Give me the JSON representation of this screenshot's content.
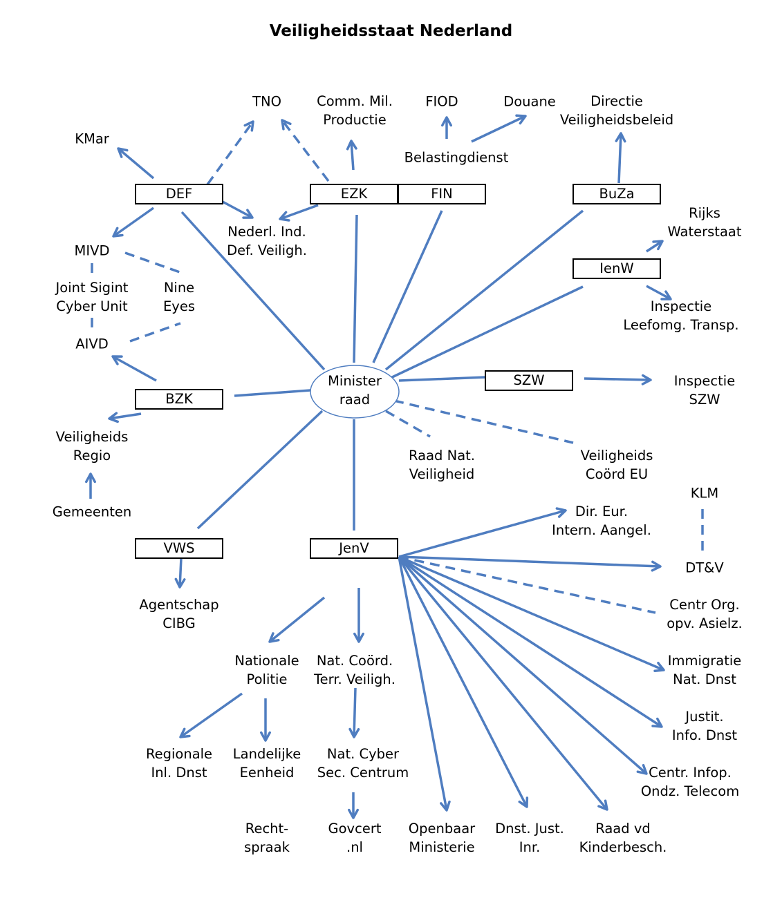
{
  "title": "Veiligheidsstaat Nederland",
  "colors": {
    "line": "#4f7dc0",
    "text": "#000000",
    "box_border": "#000000"
  },
  "center": {
    "line1": "Minister",
    "line2": "raad"
  },
  "boxes": {
    "def": "DEF",
    "ezk": "EZK",
    "fin": "FIN",
    "buza": "BuZa",
    "ienw": "IenW",
    "bzk": "BZK",
    "szw": "SZW",
    "vws": "VWS",
    "jenv": "JenV"
  },
  "labels": {
    "tno": [
      "TNO"
    ],
    "comm_mil": [
      "Comm. Mil.",
      "Productie"
    ],
    "fiod": [
      "FIOD"
    ],
    "douane": [
      "Douane"
    ],
    "directie": [
      "Directie",
      "Veiligheidsbeleid"
    ],
    "kmar": [
      "KMar"
    ],
    "belasting": [
      "Belastingdienst"
    ],
    "nederl": [
      "Nederl. Ind.",
      "Def. Veiligh."
    ],
    "mivd": [
      "MIVD"
    ],
    "rijks": [
      "Rijks",
      "Waterstaat"
    ],
    "jscu": [
      "Joint Sigint",
      "Cyber Unit"
    ],
    "nine_eyes": [
      "Nine",
      "Eyes"
    ],
    "inspectie_lt": [
      "Inspectie",
      "Leefomg. Transp."
    ],
    "aivd": [
      "AIVD"
    ],
    "inspectie_szw": [
      "Inspectie",
      "SZW"
    ],
    "veiligheids_regio": [
      "Veiligheids",
      "Regio"
    ],
    "raad_nat": [
      "Raad Nat.",
      "Veiligheid"
    ],
    "veiligheids_eu": [
      "Veiligheids",
      "Coörd EU"
    ],
    "klm": [
      "KLM"
    ],
    "gemeenten": [
      "Gemeenten"
    ],
    "dir_eur": [
      "Dir. Eur.",
      "Intern. Aangel."
    ],
    "dtv": [
      "DT&V"
    ],
    "agentschap": [
      "Agentschap",
      "CIBG"
    ],
    "centr_org": [
      "Centr Org.",
      "opv. Asielz."
    ],
    "nat_politie": [
      "Nationale",
      "Politie"
    ],
    "nctv": [
      "Nat. Coörd.",
      "Terr. Veiligh."
    ],
    "immigratie": [
      "Immigratie",
      "Nat. Dnst"
    ],
    "justit": [
      "Justit.",
      "Info. Dnst"
    ],
    "regionale": [
      "Regionale",
      "Inl. Dnst"
    ],
    "landelijke": [
      "Landelijke",
      "Eenheid"
    ],
    "ncsc": [
      "Nat. Cyber",
      "Sec. Centrum"
    ],
    "centr_infop": [
      "Centr. Infop.",
      "Ondz. Telecom"
    ],
    "rechtspraak": [
      "Recht-",
      "spraak"
    ],
    "govcert": [
      "Govcert",
      ".nl"
    ],
    "om": [
      "Openbaar",
      "Ministerie"
    ],
    "dji": [
      "Dnst. Just.",
      "Inr."
    ],
    "raad_kinder": [
      "Raad vd",
      "Kinderbesch."
    ]
  }
}
